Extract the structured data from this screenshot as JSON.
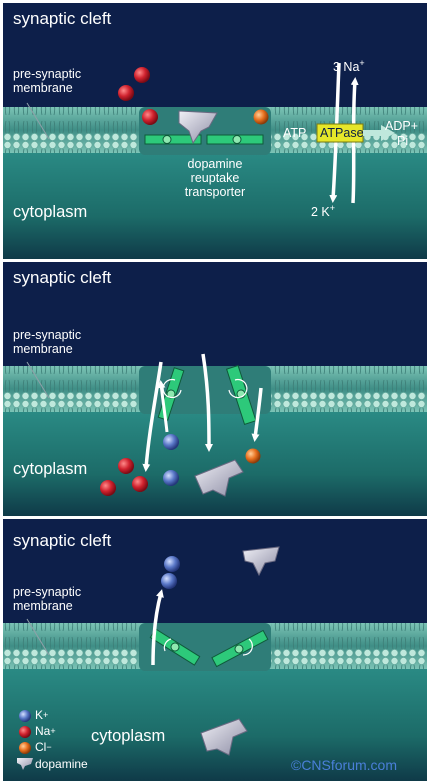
{
  "panels": [
    {
      "title": "synaptic cleft",
      "membrane_label_1": "pre-synaptic",
      "membrane_label_2": "membrane",
      "cytoplasm_label": "cytoplasm",
      "transporter_label_1": "dopamine",
      "transporter_label_2": "reuptake",
      "transporter_label_3": "transporter",
      "pump_top": "3 Na",
      "pump_top_sup": "+",
      "pump_bottom": "2 K",
      "pump_bottom_sup": "+",
      "atp": "ATP",
      "atpase": "ATPase",
      "adp_1": "ADP+",
      "adp_2": "Pi"
    },
    {
      "title": "synaptic cleft",
      "membrane_label_1": "pre-synaptic",
      "membrane_label_2": "membrane",
      "cytoplasm_label": "cytoplasm"
    },
    {
      "title": "synaptic cleft",
      "membrane_label_1": "pre-synaptic",
      "membrane_label_2": "membrane",
      "cytoplasm_label": "cytoplasm"
    }
  ],
  "legend": [
    {
      "name": "k-ion",
      "label": "K",
      "sup": "+",
      "color": "#5a78c8"
    },
    {
      "name": "na-ion",
      "label": "Na",
      "sup": "+",
      "color": "#cc2030"
    },
    {
      "name": "cl-ion",
      "label": "Cl",
      "sup": "−",
      "color": "#e8701e"
    },
    {
      "name": "dopamine",
      "label": "dopamine",
      "sup": "",
      "color": "#b9b9cc"
    }
  ],
  "credit": "©CNSforum.com",
  "colors": {
    "cleft": "#0d1f4a",
    "membrane": "#4fa095",
    "cytoplasm": "#1d6f6c",
    "transporter_bar": "#2dc97a",
    "atpase_box": "#e6e62a"
  }
}
